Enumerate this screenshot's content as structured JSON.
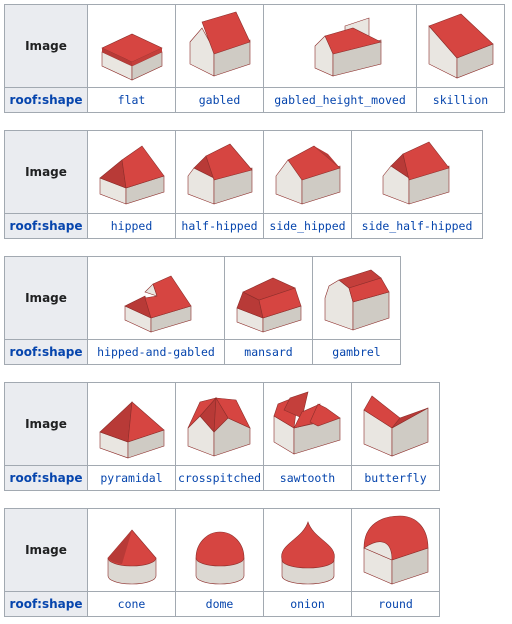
{
  "image_header": "Image",
  "key_header": "roof:shape",
  "tables": [
    {
      "values": [
        "flat",
        "gabled",
        "gabled_height_moved",
        "skillion"
      ]
    },
    {
      "values": [
        "hipped",
        "half-hipped",
        "side_hipped",
        "side_half-hipped"
      ]
    },
    {
      "values": [
        "hipped-and-gabled",
        "mansard",
        "gambrel"
      ]
    },
    {
      "values": [
        "pyramidal",
        "crosspitched",
        "sawtooth",
        "butterfly"
      ]
    },
    {
      "values": [
        "cone",
        "dome",
        "onion",
        "round"
      ]
    }
  ],
  "colors": {
    "roof": "#d64541",
    "roof_dark": "#b83a37",
    "wall_left": "#e9e6e1",
    "wall_right": "#cfcbc4",
    "header_bg": "#eaecf0",
    "border": "#a2a9b1",
    "link": "#0645ad"
  }
}
